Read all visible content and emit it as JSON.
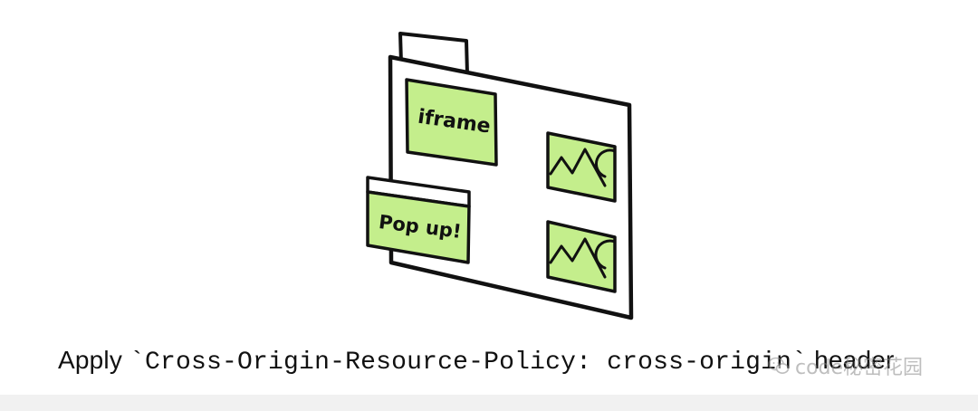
{
  "illustration": {
    "iframe_label": "iframe",
    "popup_label": "Pop up!",
    "colors": {
      "stroke": "#111111",
      "fill_green": "#c4ee8c",
      "page_fill": "#ffffff",
      "popup_titlebar": "#ffffff"
    },
    "icons": [
      "image-placeholder-icon",
      "image-placeholder-icon"
    ]
  },
  "caption": {
    "lead": "Apply ",
    "code": "`Cross-Origin-Resource-Policy: cross-origin`",
    "tail": " header"
  },
  "watermark": {
    "text": "code秘密花园",
    "icon": "wechat-icon"
  }
}
